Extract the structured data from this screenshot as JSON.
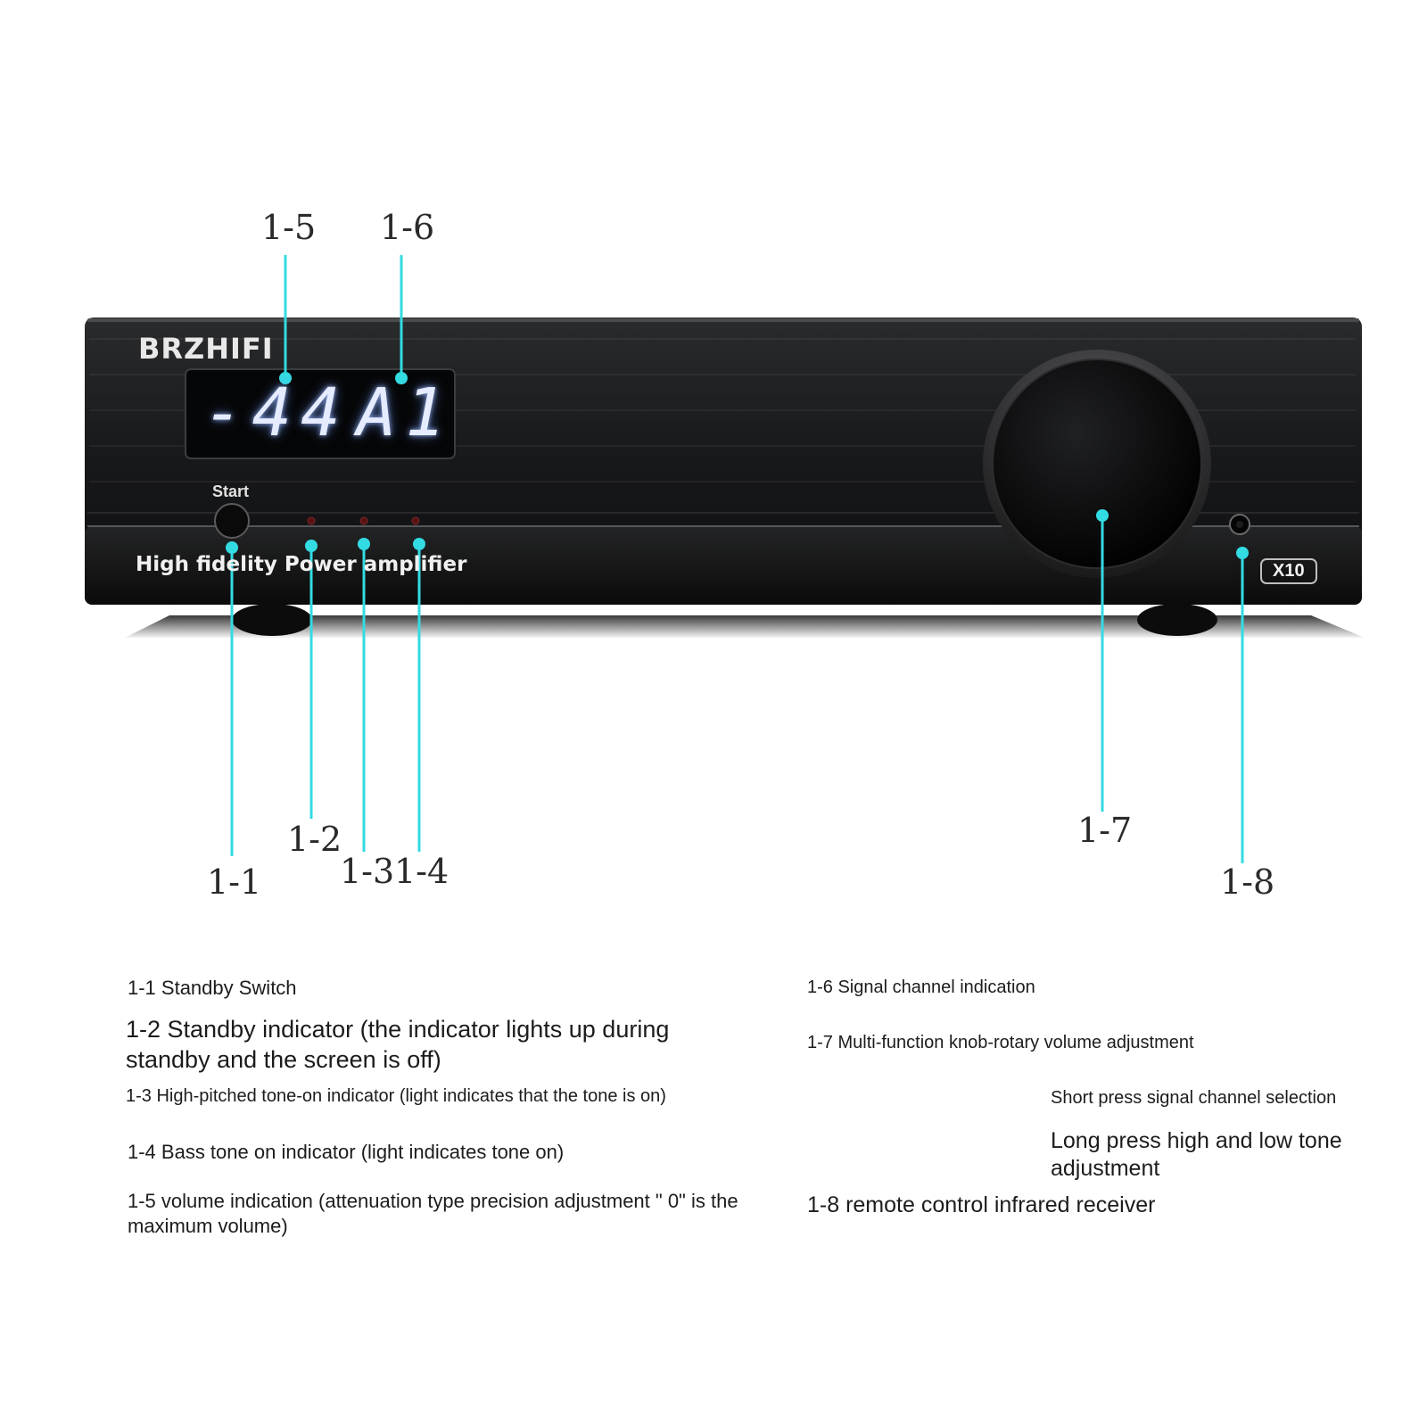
{
  "device": {
    "brand": "BRZHIFI",
    "display_volume": "-44",
    "display_channel": "A1",
    "start_label": "Start",
    "tagline": "High fidelity Power amplifier",
    "model": "X10"
  },
  "callouts": {
    "c1_1": "1-1",
    "c1_2": "1-2",
    "c1_3": "1-3",
    "c1_4": "1-4",
    "c1_5": "1-5",
    "c1_6": "1-6",
    "c1_7": "1-7",
    "c1_8": "1-8"
  },
  "legend": {
    "item_1_1": "1-1 Standby Switch",
    "item_1_2": "1-2 Standby indicator (the indicator lights up during standby and the screen is off)",
    "item_1_3": "1-3 High-pitched tone-on indicator (light indicates that the tone is on)",
    "item_1_4": "1-4 Bass tone on indicator (light indicates tone on)",
    "item_1_5": "1-5 volume indication (attenuation type precision adjustment \" 0\" is the maximum volume)",
    "item_1_6": "1-6 Signal channel indication",
    "item_1_7": "1-7 Multi-function knob-rotary volume adjustment",
    "item_1_7_short": "Short press signal channel selection",
    "item_1_7_long": "Long press high and low tone adjustment",
    "item_1_8": "1-8 remote control infrared receiver"
  },
  "colors": {
    "leader_line": "#33dbe3",
    "chassis": "#151617",
    "vfd_text": "#e6ecff"
  }
}
